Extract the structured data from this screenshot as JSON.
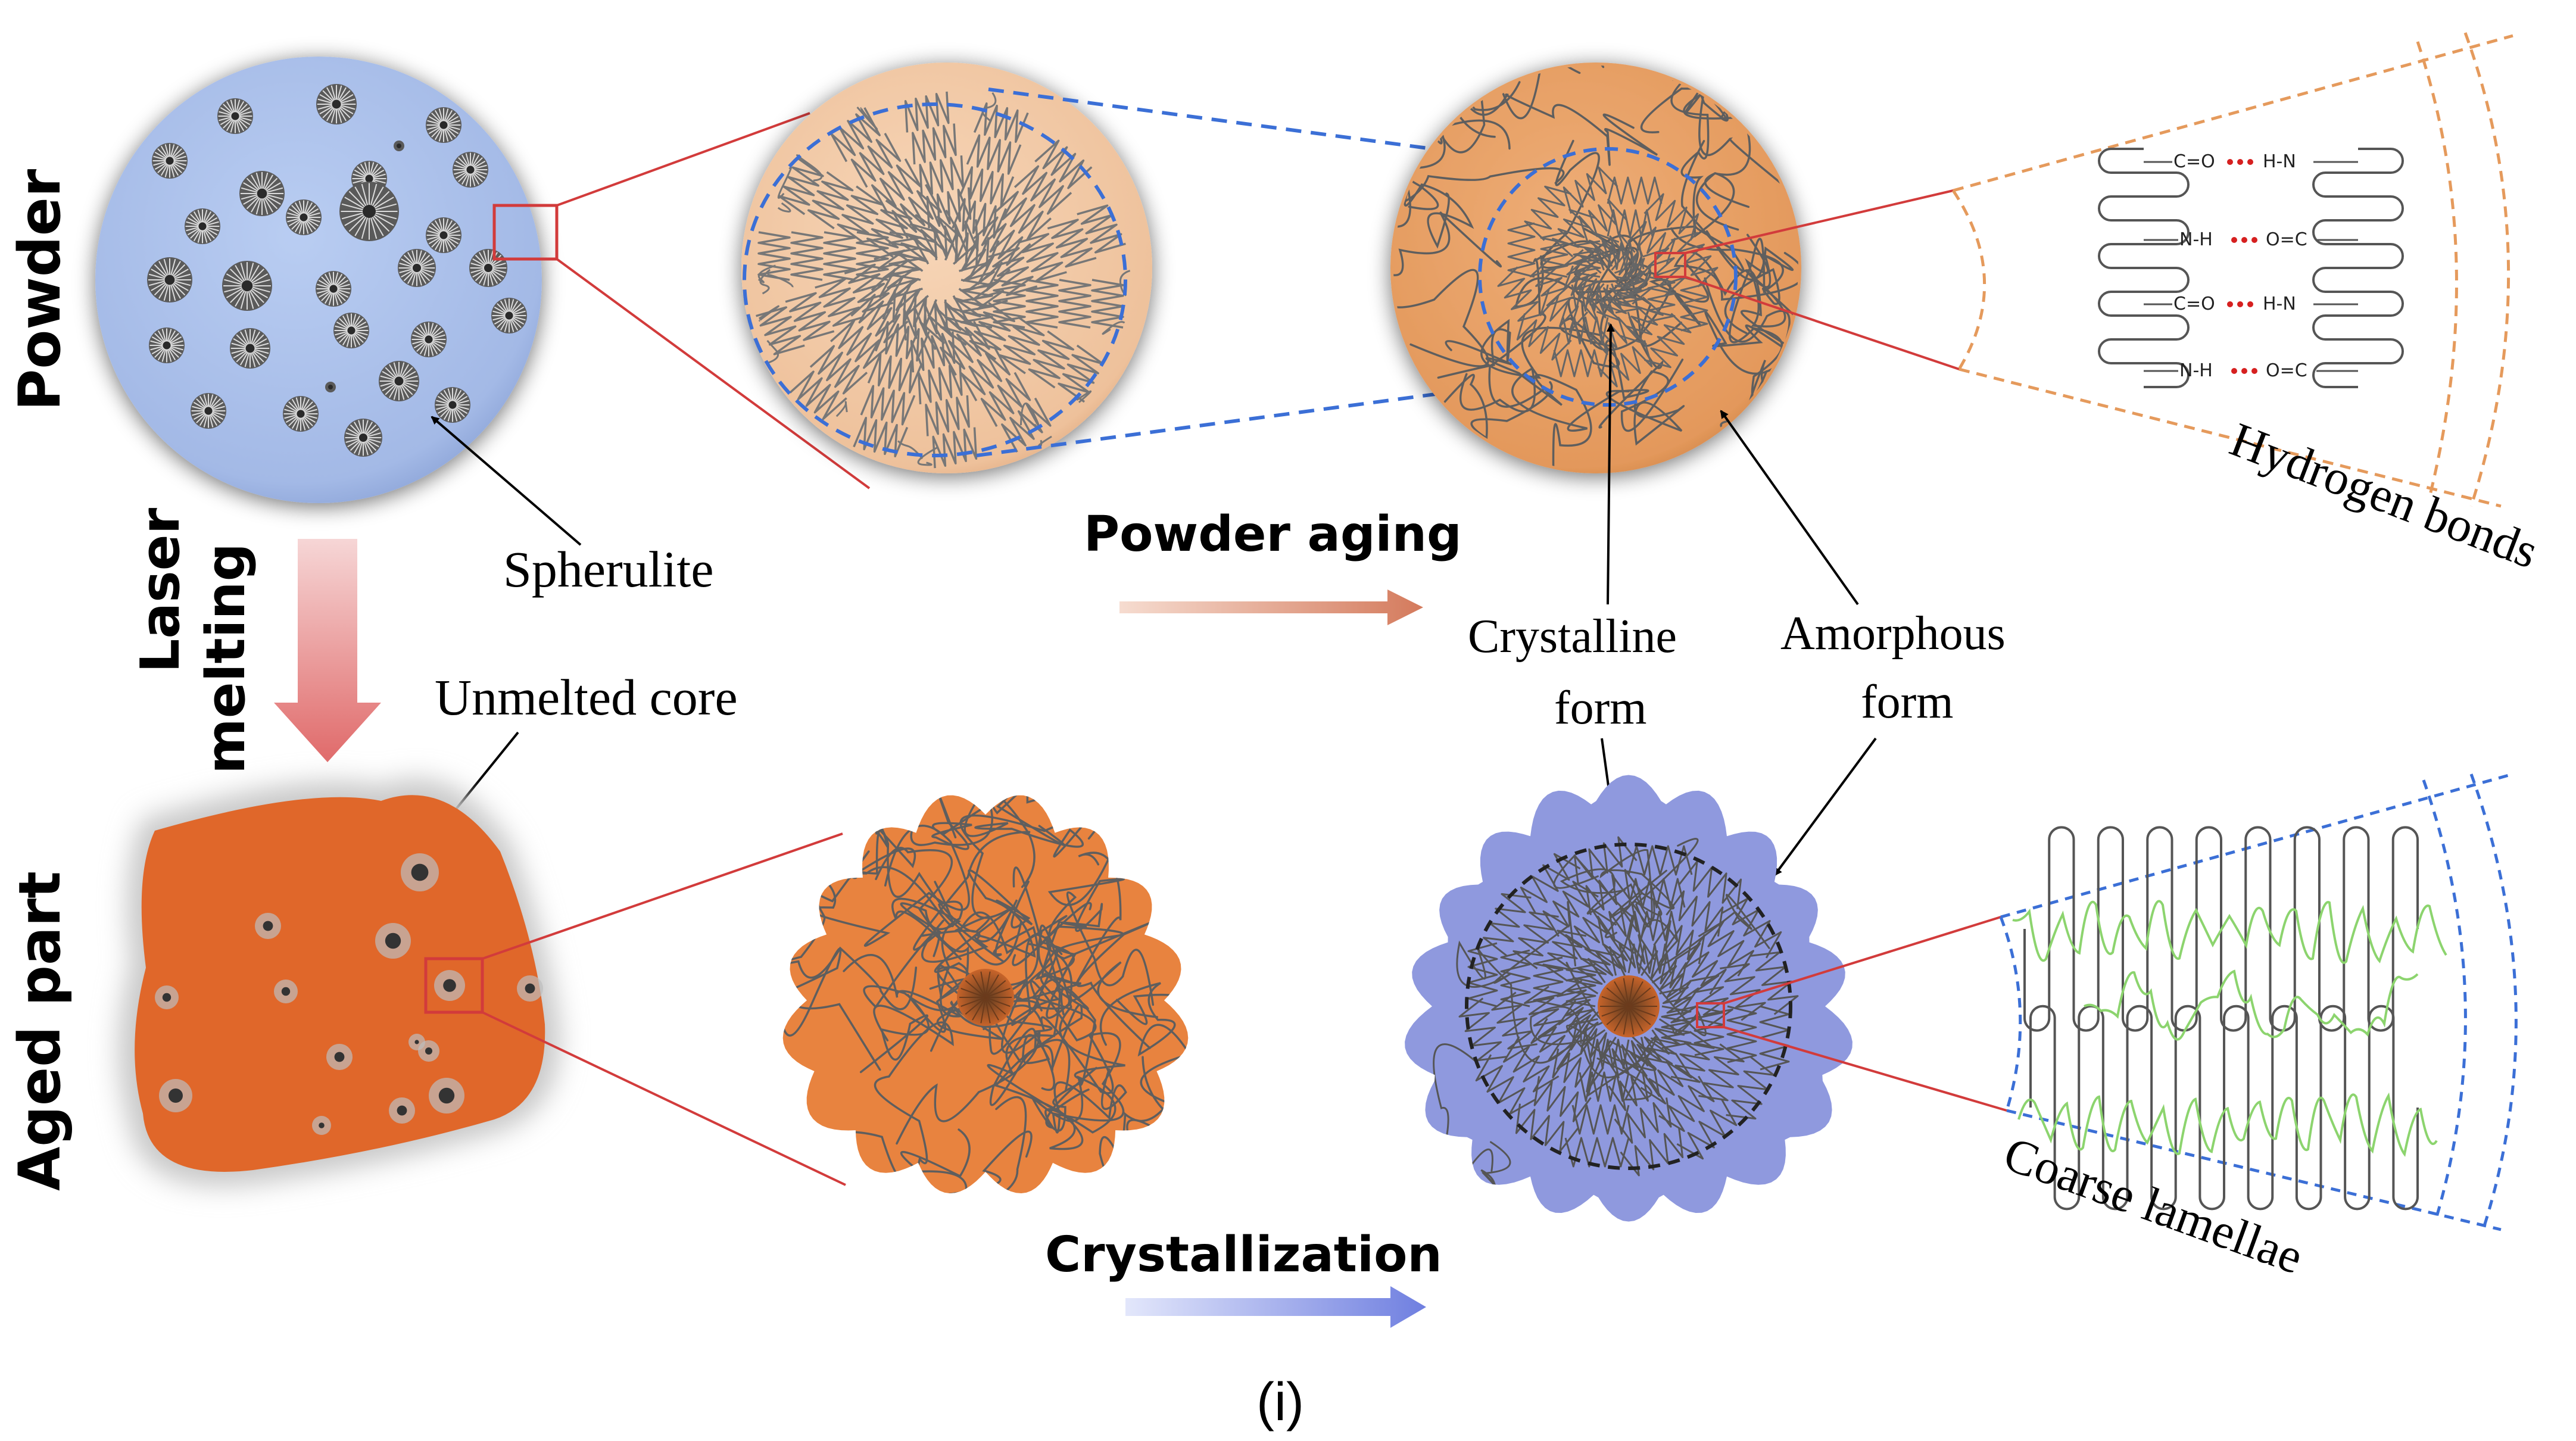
{
  "labels": {
    "row_powder": "Powder",
    "row_aged": "Aged  part",
    "laser_line1": "Laser",
    "laser_line2": "melting",
    "spherulite": "Spherulite",
    "unmelted_core": "Unmelted core",
    "powder_aging": "Powder aging",
    "crystalline_line1": "Crystalline",
    "crystalline_line2": "form",
    "amorphous_line1": "Amorphous",
    "amorphous_line2": "form",
    "hydrogen_bonds": "Hydrogen bonds",
    "crystallization": "Crystallization",
    "coarse_lamellae": "Coarse lamellae",
    "figure_caption": "(i)"
  },
  "chem": {
    "left": [
      "C=O",
      "N-H",
      "C=O",
      "N-H"
    ],
    "right": [
      "H-N",
      "O=C",
      "H-N",
      "O=C"
    ]
  },
  "colors": {
    "powder_fill": "#a9bfe8",
    "cream_fill": "#f3c9a5",
    "aged_powder_fill": "#e59a5c",
    "melt_fill": "#e0672a",
    "melt_blob_fill": "#e8833f",
    "cryst_fill": "#8f99de",
    "zoom_line": "#d23b3b",
    "blue_dash": "#3b6fd6",
    "orange_dash": "#e59a5c",
    "hbond_dots": "#d62020",
    "lamella_stroke": "#6b6b6b",
    "amorphous_green": "#8cd46e"
  }
}
